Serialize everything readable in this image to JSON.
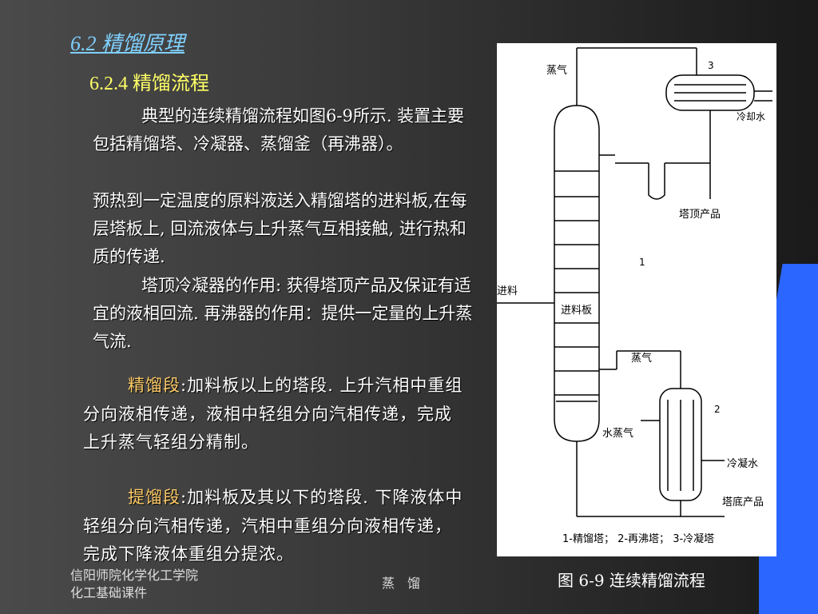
{
  "header": {
    "title": "6.2  精馏原理",
    "subtitle": "6.2.4 精馏流程"
  },
  "body": {
    "p1": "　典型的连续精馏流程如图6-9所示. 装置主要包括精馏塔、冷凝器、蒸馏釜（再沸器）。",
    "p2": "预热到一定温度的原料液送入精馏塔的进料板,在每层塔板上, 回流液体与上升蒸气互相接触, 进行热和质的传递.",
    "p3": "　塔顶冷凝器的作用: 获得塔顶产品及保证有适宜的液相回流. 再沸器的作用：提供一定量的上升蒸气流.",
    "p4_term": "精馏段",
    "p4_text": ":加料板以上的塔段. 上升汽相中重组分向液相传递，液相中轻组分向汽相传递，完成上升蒸气轻组分精制。",
    "p5_term": "提馏段",
    "p5_text": ":加料板及其以下的塔段. 下降液体中轻组分向汽相传递，汽相中重组分向液相传递，完成下降液体重组分提浓。"
  },
  "footer": {
    "org_line1": "信阳师院化学化工学院",
    "org_line2": "化工基础课件",
    "center": "蒸　馏"
  },
  "figure": {
    "caption": "图 6-9  连续精馏流程",
    "labels": {
      "steam_top": "蒸气",
      "num3": "3",
      "cooling_water": "冷却水",
      "top_product": "塔顶产品",
      "num1": "1",
      "feed": "进料",
      "feed_plate": "进料板",
      "steam_mid": "蒸气",
      "num2": "2",
      "water_steam": "水蒸气",
      "condensate": "冷凝水",
      "bottom_product": "塔底产品",
      "legend": "1-精馏塔；  2-再沸塔；  3-冷凝塔"
    }
  }
}
